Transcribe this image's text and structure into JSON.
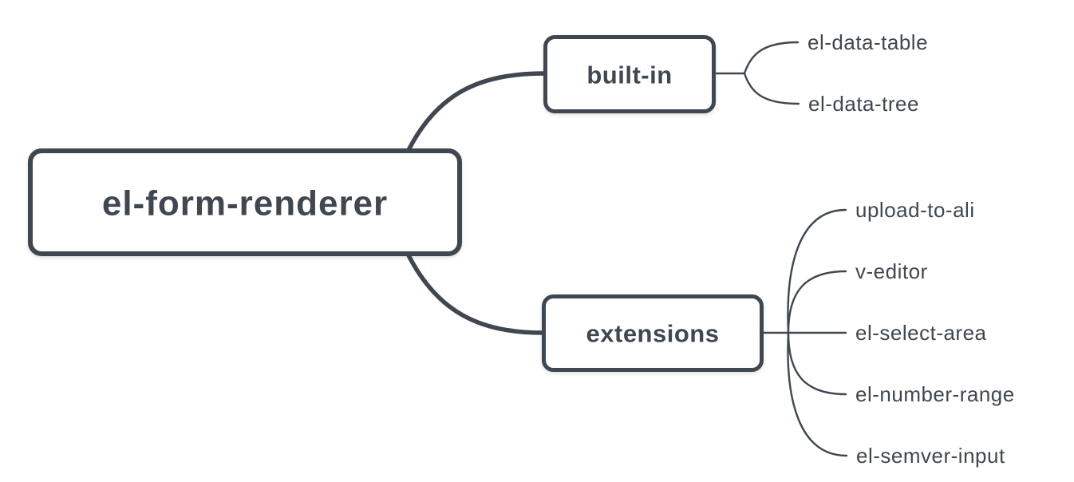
{
  "mindmap": {
    "root": {
      "label": "el-form-renderer"
    },
    "branches": [
      {
        "label": "built-in",
        "children": [
          {
            "label": "el-data-table"
          },
          {
            "label": "el-data-tree"
          }
        ]
      },
      {
        "label": "extensions",
        "children": [
          {
            "label": "upload-to-ali"
          },
          {
            "label": "v-editor"
          },
          {
            "label": "el-select-area"
          },
          {
            "label": "el-number-range"
          },
          {
            "label": "el-semver-input"
          }
        ]
      }
    ],
    "colors": {
      "line": "#3f4750",
      "text": "#3f4750",
      "node_fill": "#ffffff",
      "background": "#ffffff"
    }
  }
}
